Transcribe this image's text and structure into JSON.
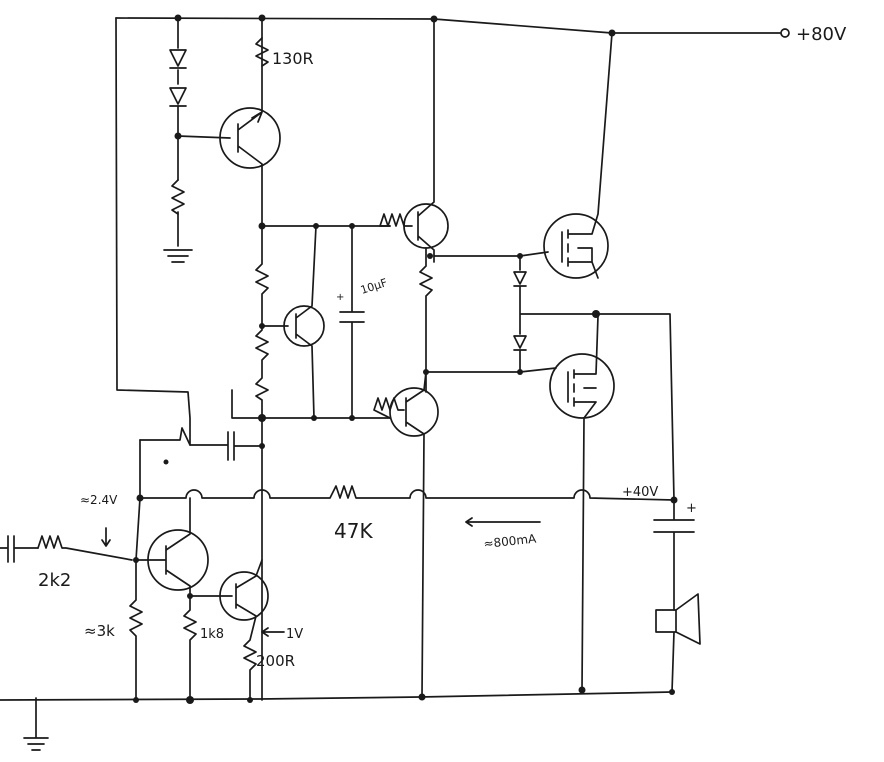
{
  "schematic": {
    "supply_label": "+80V",
    "top_emitter_resistor": "130R",
    "capacitor_label": "10μF",
    "bias_voltage": "≈2.4V",
    "input_resistor": "2k2",
    "bias_resistor": "≈3k",
    "emitter_resistor_1": "1k8",
    "vas_voltage": "1V",
    "vas_emitter_resistor": "200R",
    "feedback_resistor": "47K",
    "midpoint_voltage": "+40V",
    "output_current": "≈800mA",
    "plus_sign": "+"
  }
}
